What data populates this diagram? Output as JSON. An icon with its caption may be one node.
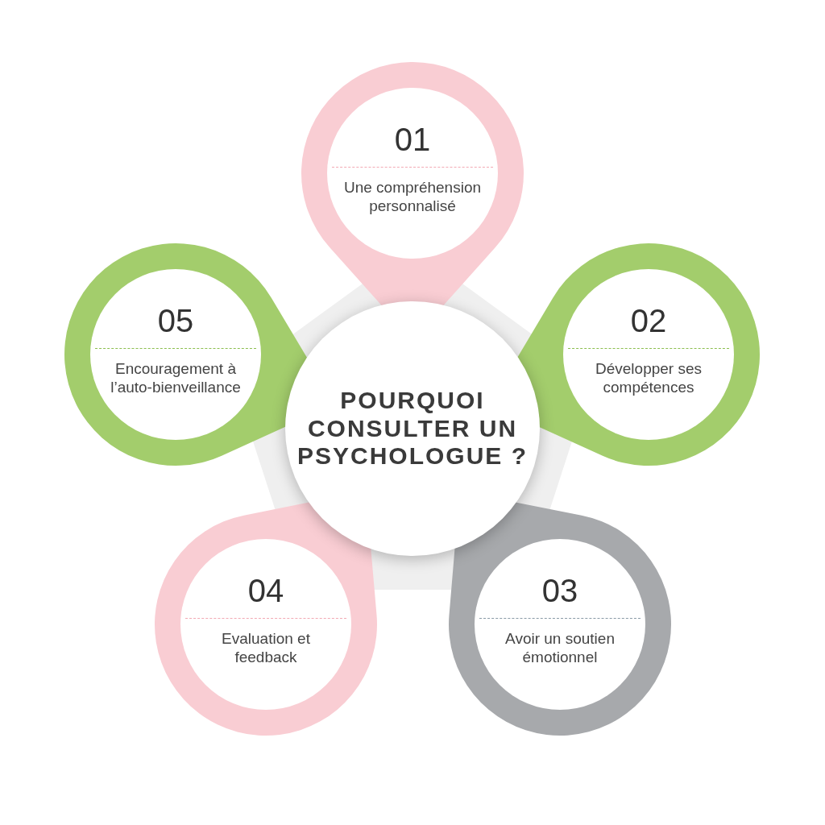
{
  "diagram": {
    "nodes": [
      {
        "text": [
          "POURQUOI CONSULTER UN PSYCHOLOGUE ?"
        ]
      },
      {
        "text": [
          "01",
          "Une compréhension personnalisé"
        ]
      },
      {
        "text": [
          "02",
          "Développer ses compétences"
        ]
      },
      {
        "text": [
          "03",
          "Avoir un soutien émotionnel"
        ]
      },
      {
        "text": [
          "04",
          "Evaluation et feedback"
        ]
      },
      {
        "text": [
          "05",
          "Encouragement à l’auto-bienveillance"
        ]
      }
    ]
  }
}
